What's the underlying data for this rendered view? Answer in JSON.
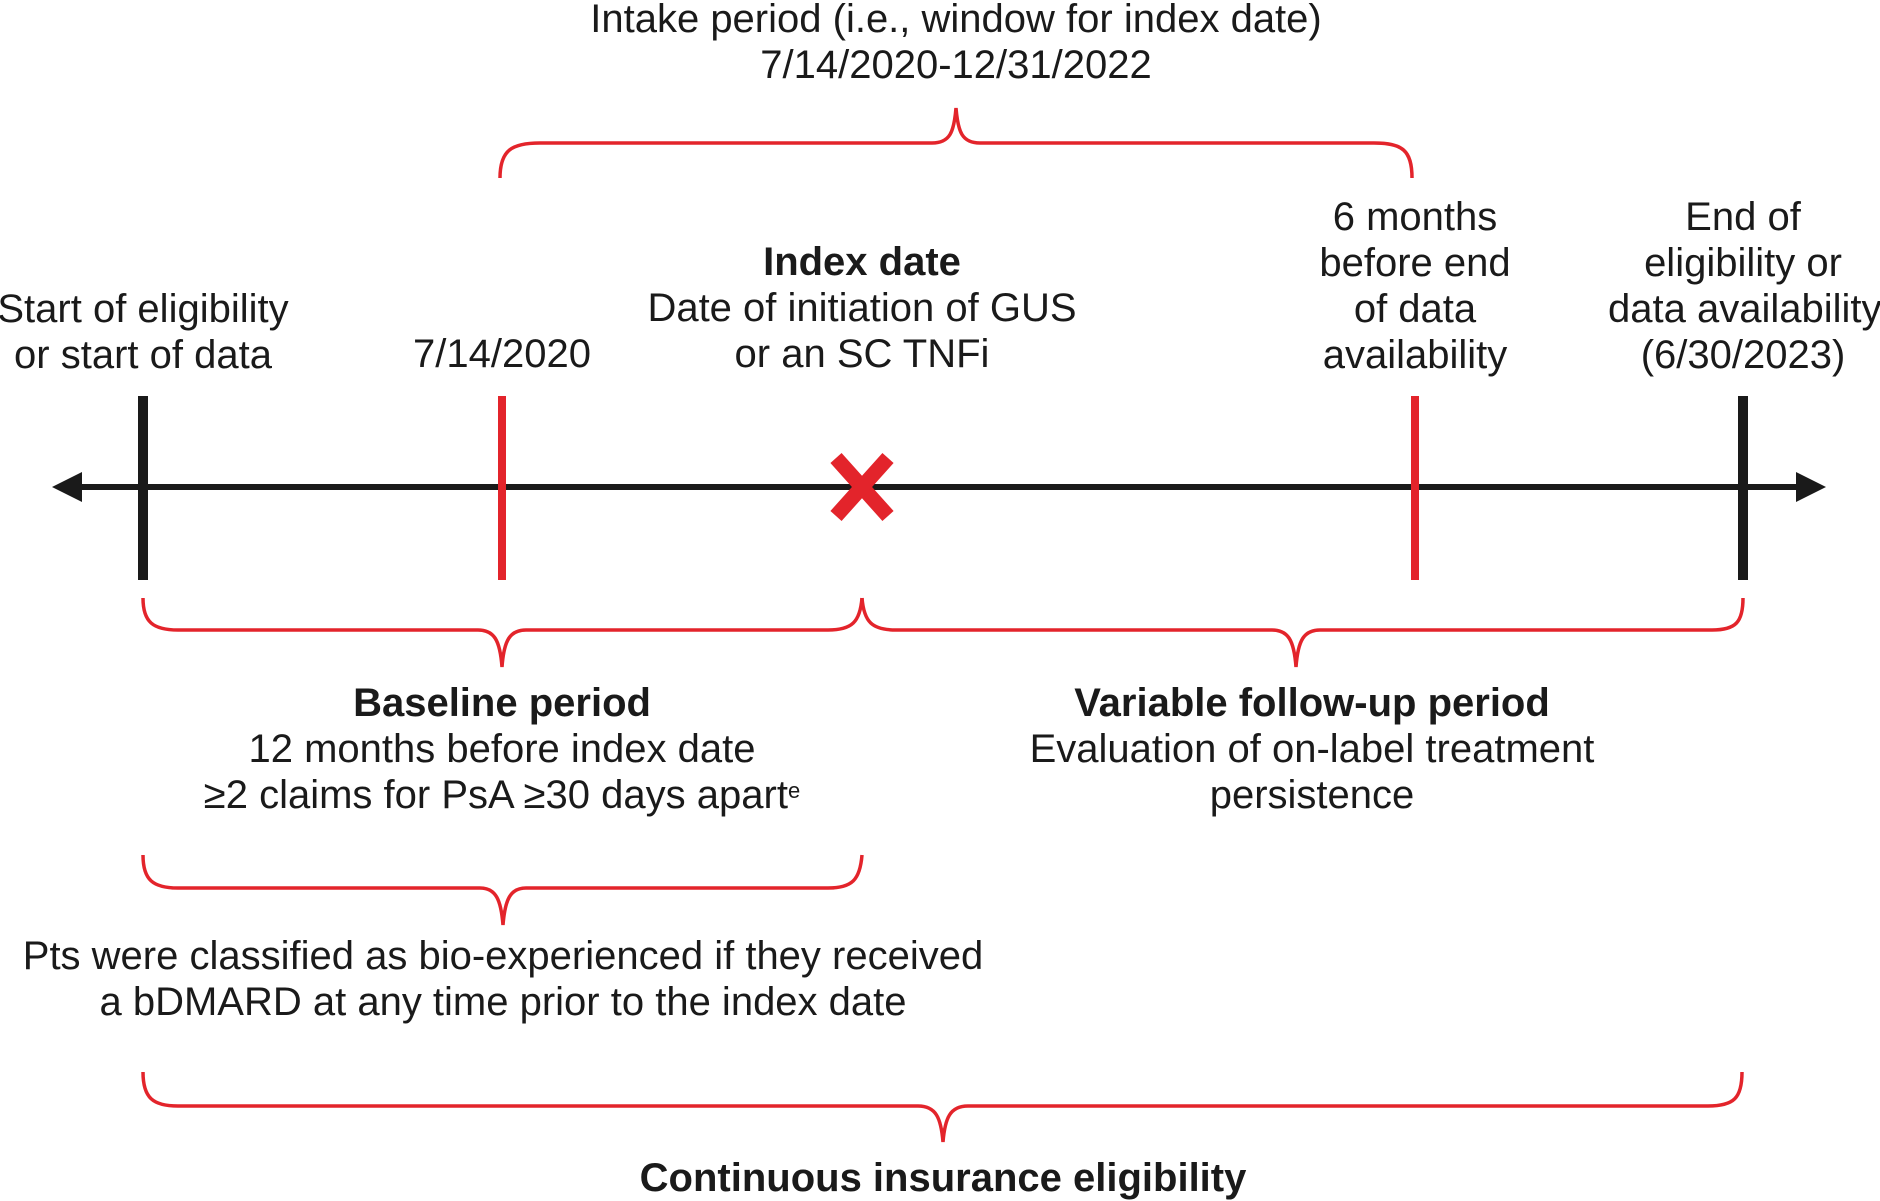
{
  "intake": {
    "line1": "Intake period (i.e., window for index date)",
    "line2": "7/14/2020-12/31/2022"
  },
  "start": {
    "line1": "Start of eligibility",
    "line2": "or start of data"
  },
  "intake_start": {
    "date": "7/14/2020"
  },
  "index": {
    "title": "Index date",
    "line1": "Date of initiation of GUS",
    "line2": "or an SC TNFi"
  },
  "six_months": {
    "line1": "6 months",
    "line2": "before end",
    "line3": "of data",
    "line4": "availability"
  },
  "end": {
    "line1": "End of",
    "line2": "eligibility or",
    "line3": "data availability",
    "line4": "(6/30/2023)"
  },
  "baseline": {
    "title": "Baseline period",
    "line1": "12 months before index date",
    "line2": "≥2 claims for PsA ≥30 days apart",
    "footnote": "e"
  },
  "followup": {
    "title": "Variable follow-up period",
    "line1": "Evaluation of on-label treatment",
    "line2": "persistence"
  },
  "bio": {
    "line1": "Pts were classified as bio-experienced if they received",
    "line2": "a bDMARD at any time prior to the index date"
  },
  "continuous": {
    "title": "Continuous insurance eligibility"
  },
  "colors": {
    "accent": "#e3242b",
    "dark": "#1a1a1a"
  }
}
